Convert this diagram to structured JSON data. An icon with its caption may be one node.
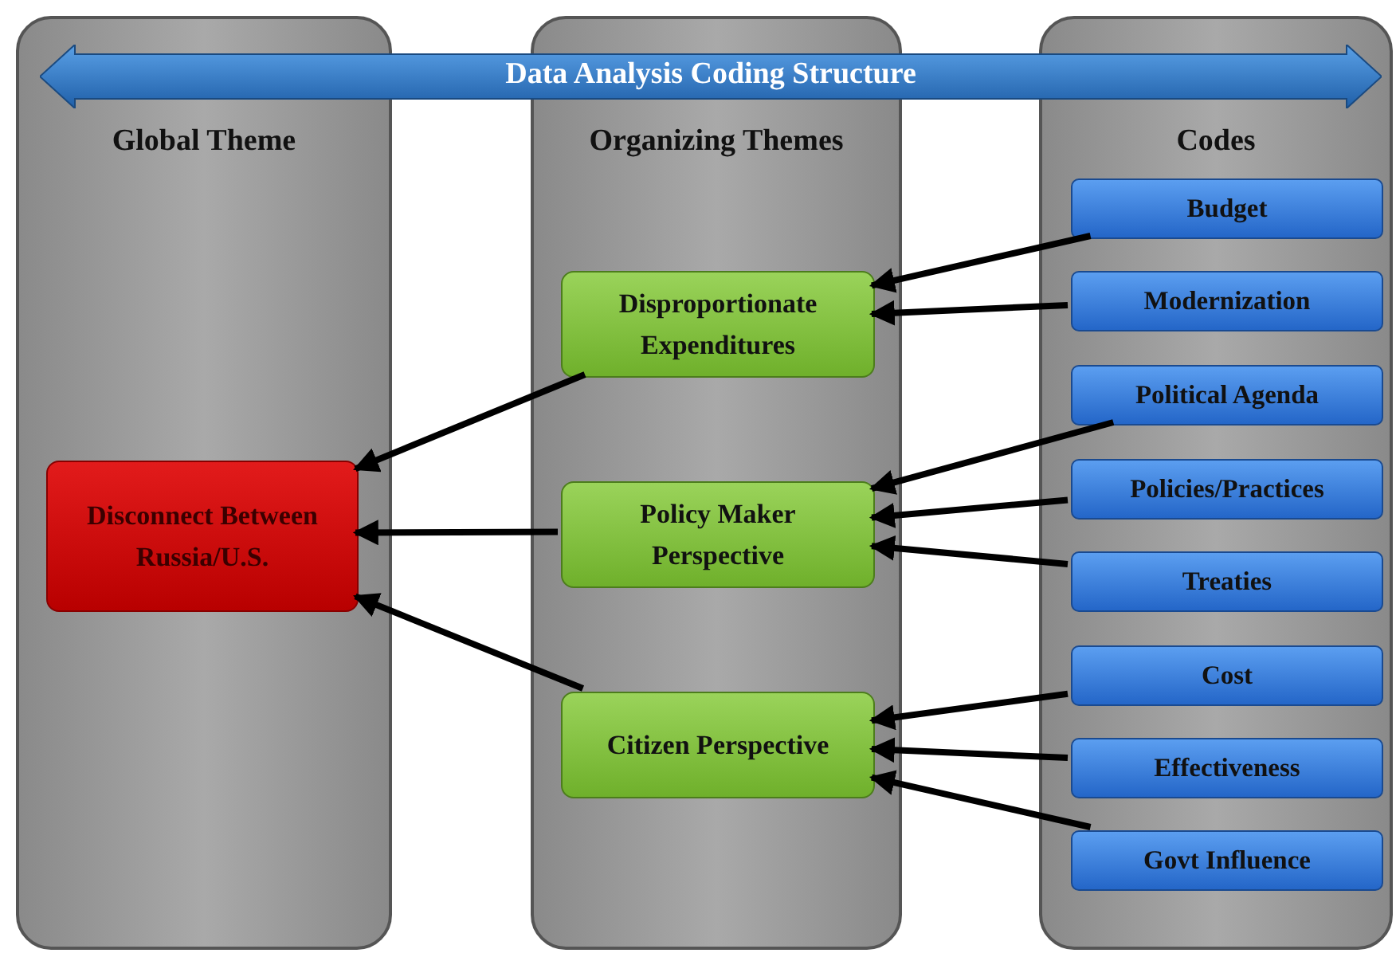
{
  "diagram": {
    "nodes": [
      {
        "text": [
          "Data Analysis Coding Structure"
        ]
      },
      {
        "text": [
          "Global Theme"
        ]
      },
      {
        "text": [
          "Organizing Themes"
        ]
      },
      {
        "text": [
          "Codes"
        ]
      },
      {
        "text": [
          "Disconnect Between Russia/U.S."
        ],
        "in": 1
      },
      {
        "text": [
          "Disproportionate Expenditures"
        ],
        "in": 2
      },
      {
        "text": [
          "Policy Maker Perspective"
        ],
        "in": 2
      },
      {
        "text": [
          "Citizen Perspective"
        ],
        "in": 2
      },
      {
        "text": [
          "Budget"
        ],
        "in": 3
      },
      {
        "text": [
          "Modernization"
        ],
        "in": 3
      },
      {
        "text": [
          "Political Agenda"
        ],
        "in": 3
      },
      {
        "text": [
          "Policies/Practices"
        ],
        "in": 3
      },
      {
        "text": [
          "Treaties"
        ],
        "in": 3
      },
      {
        "text": [
          "Cost"
        ],
        "in": 3
      },
      {
        "text": [
          "Effectiveness"
        ],
        "in": 3
      },
      {
        "text": [
          "Govt Influence"
        ],
        "in": 3
      }
    ],
    "edges": [
      {
        "from": 8,
        "to": 5,
        "arrow": "to"
      },
      {
        "from": 9,
        "to": 5,
        "arrow": "to"
      },
      {
        "from": 10,
        "to": 6,
        "arrow": "to"
      },
      {
        "from": 11,
        "to": 6,
        "arrow": "to"
      },
      {
        "from": 12,
        "to": 6,
        "arrow": "to"
      },
      {
        "from": 13,
        "to": 7,
        "arrow": "to"
      },
      {
        "from": 14,
        "to": 7,
        "arrow": "to"
      },
      {
        "from": 15,
        "to": 7,
        "arrow": "to"
      },
      {
        "from": 5,
        "to": 4,
        "arrow": "to"
      },
      {
        "from": 6,
        "to": 4,
        "arrow": "to"
      },
      {
        "from": 7,
        "to": 4,
        "arrow": "to"
      }
    ]
  }
}
